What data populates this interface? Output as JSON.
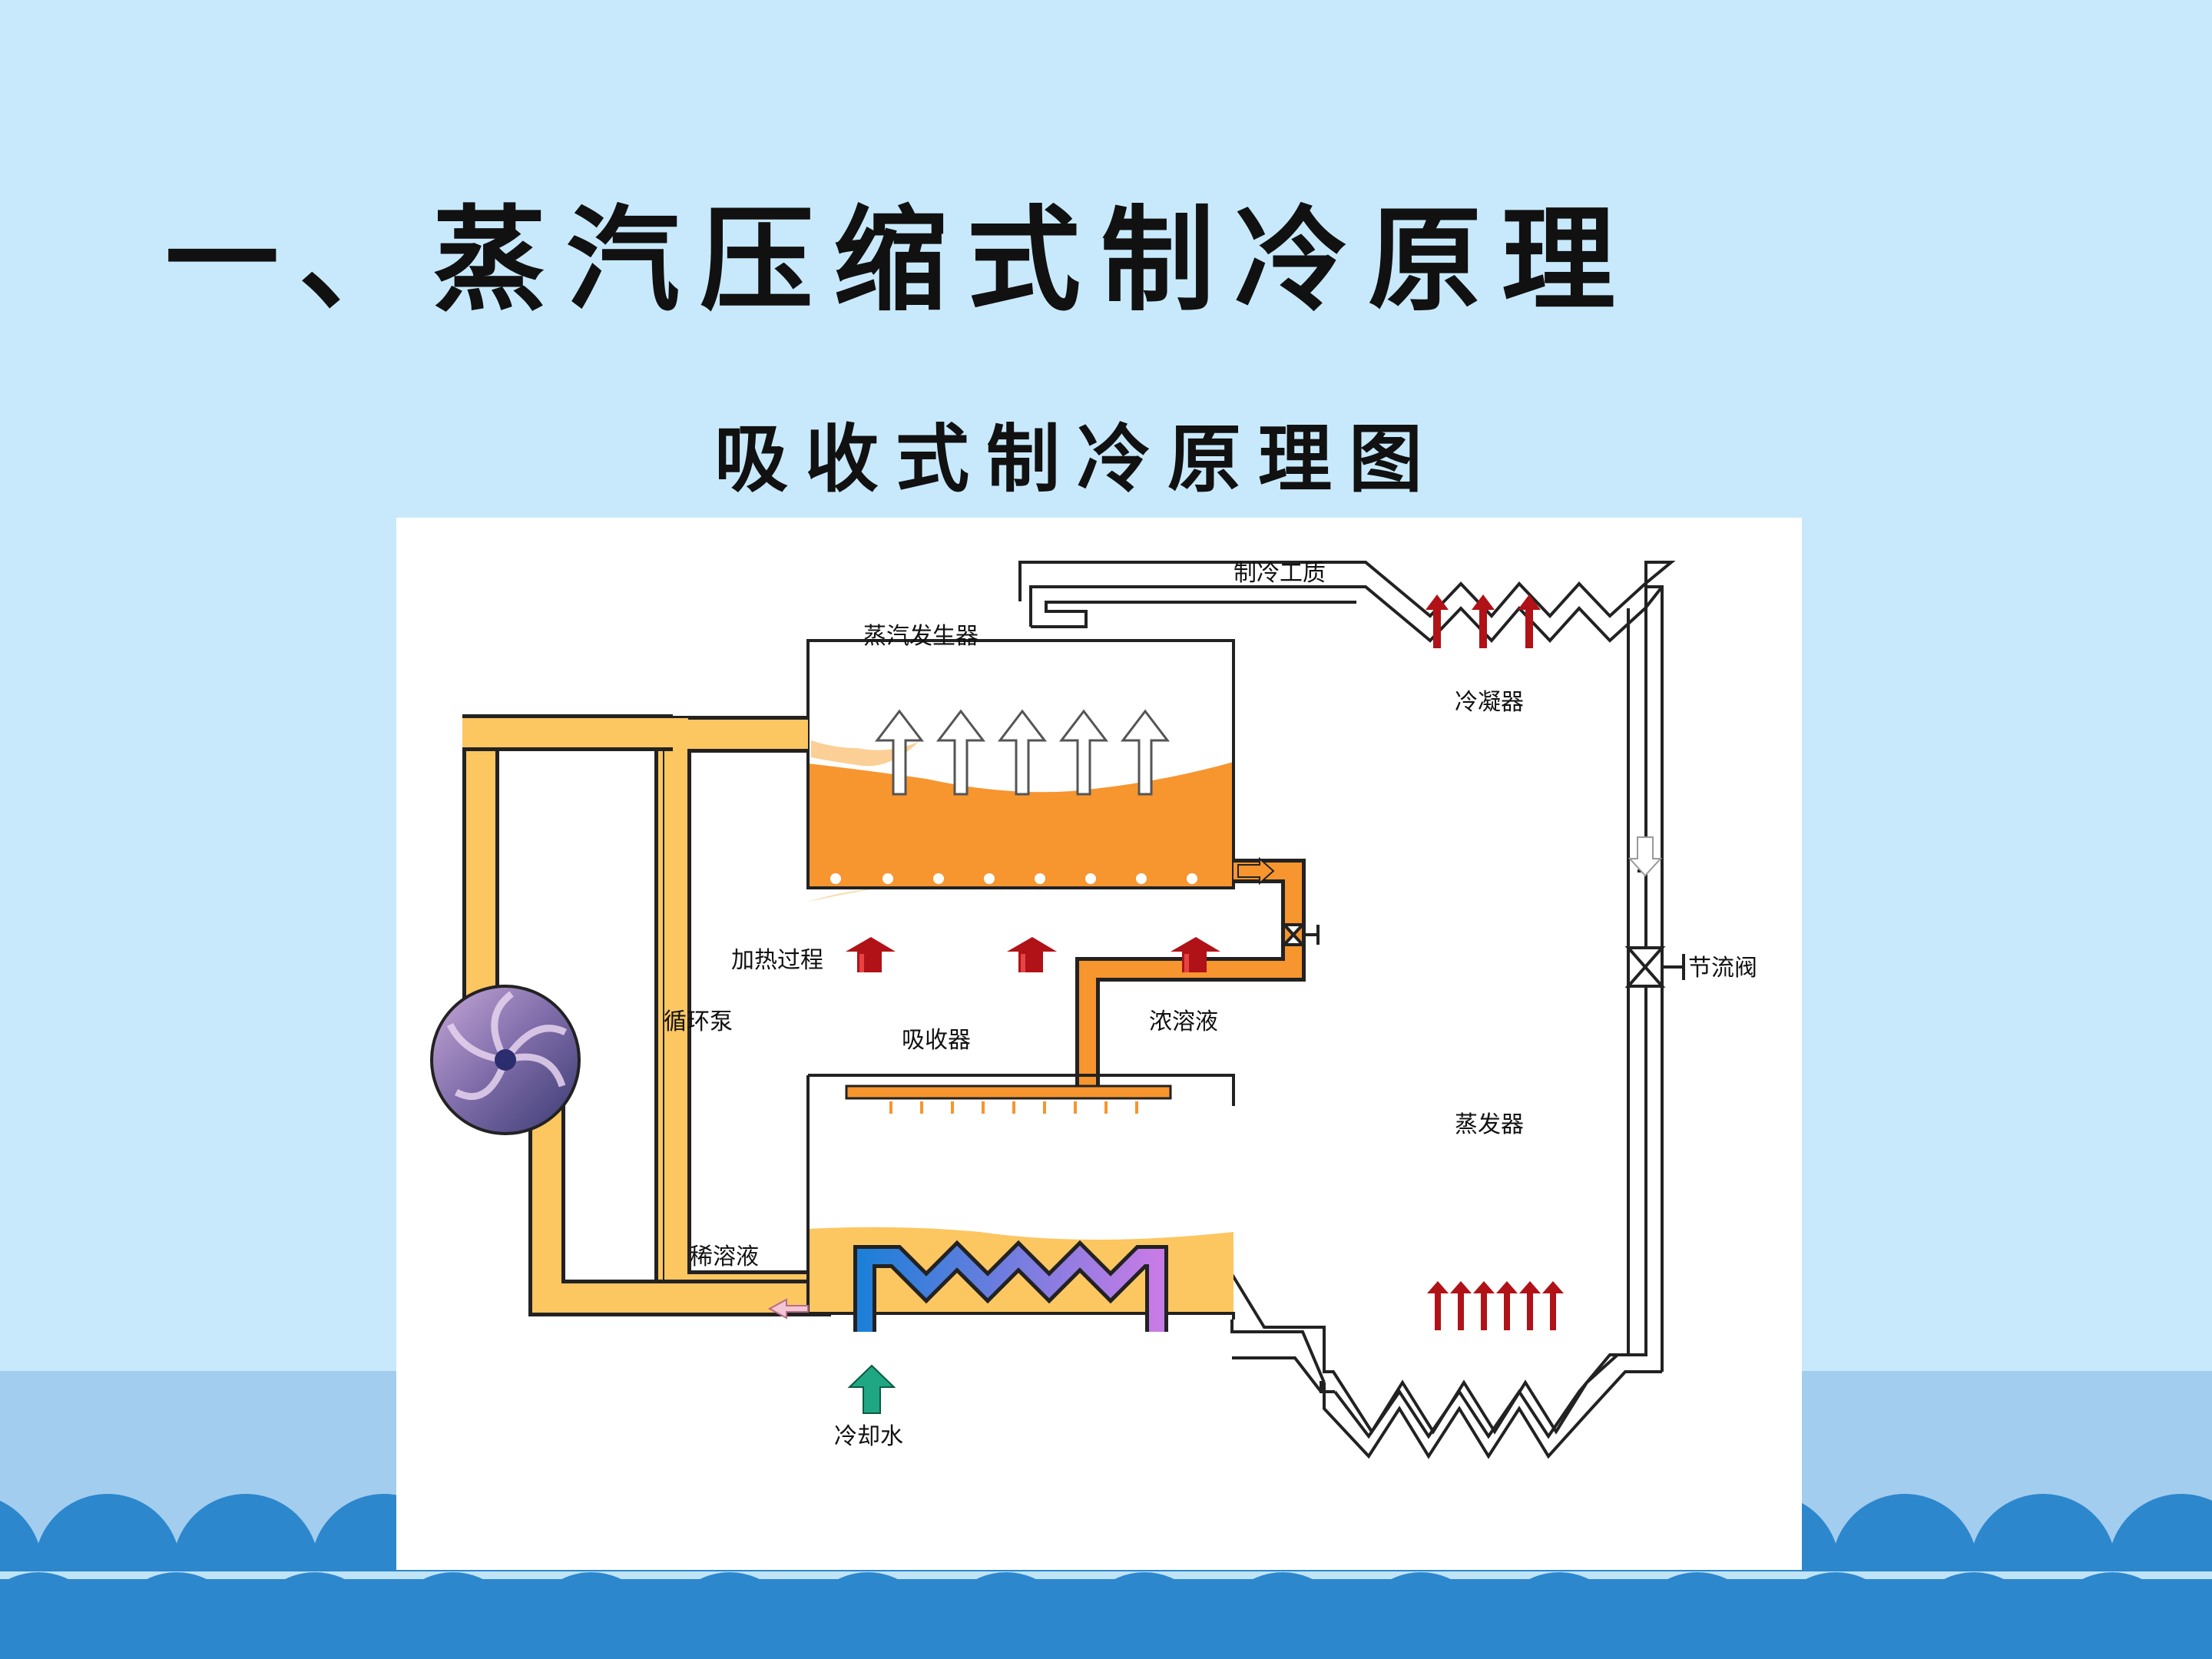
{
  "slide": {
    "title": "一、蒸汽压缩式制冷原理",
    "subtitle": "吸收式制冷原理图"
  },
  "diagram": {
    "labels": {
      "refrigerant": "制冷工质",
      "steam_generator": "蒸汽发生器",
      "condenser": "冷凝器",
      "heating_process": "加热过程",
      "circulation_pump": "循环泵",
      "absorber": "吸收器",
      "concentrated_solution": "浓溶液",
      "throttle_valve": "节流阀",
      "evaporator": "蒸发器",
      "dilute_solution": "稀溶液",
      "cooling_water": "冷却水"
    },
    "colors": {
      "solution_orange": "#f7952f",
      "dilute_yellow": "#fcc661",
      "heat_arrow_red": "#b01217",
      "cooling_arrow_green": "#1fa783",
      "coil_blue": "#1e7fd8",
      "coil_purple": "#c77be6",
      "pipe_dark": "#222222"
    }
  }
}
